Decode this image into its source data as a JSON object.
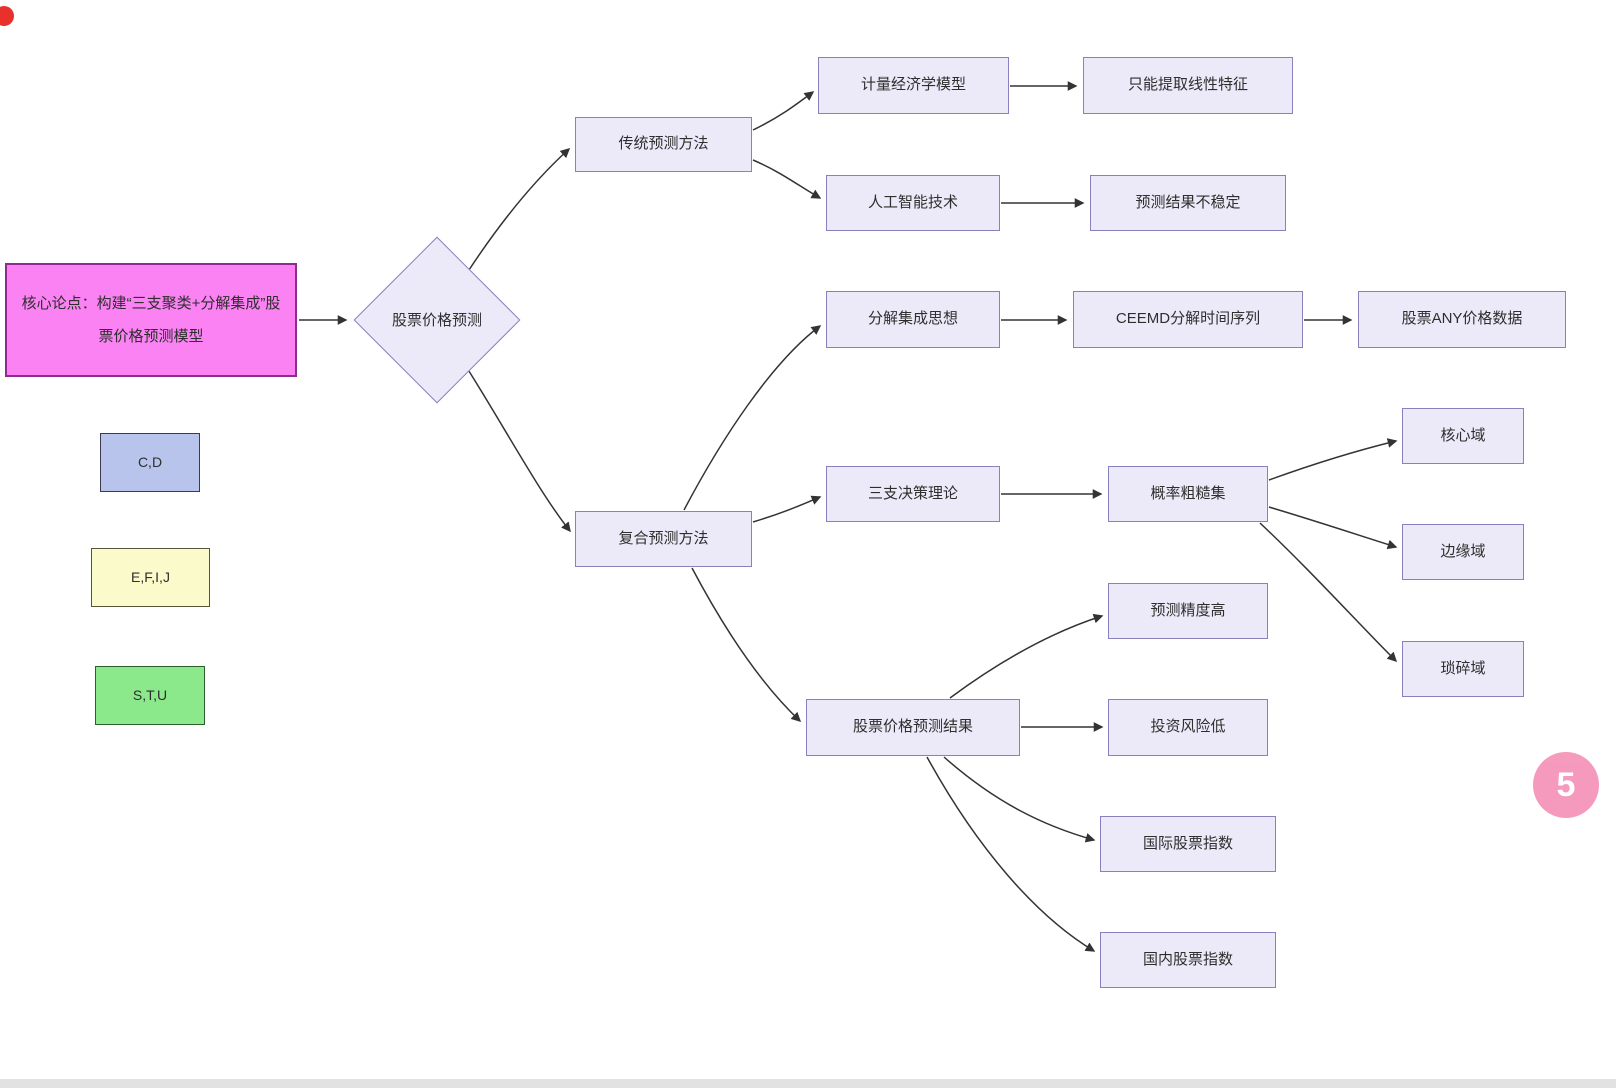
{
  "nodes": {
    "core_thesis": {
      "label": "核心论点：构建“三支聚类+分解集成”股票价格预测模型"
    },
    "stock_price_prediction": {
      "label": "股票价格预测"
    },
    "traditional_methods": {
      "label": "传统预测方法"
    },
    "econometric_model": {
      "label": "计量经济学模型"
    },
    "linear_features_only": {
      "label": "只能提取线性特征"
    },
    "ai_technology": {
      "label": "人工智能技术"
    },
    "unstable_results": {
      "label": "预测结果不稳定"
    },
    "composite_methods": {
      "label": "复合预测方法"
    },
    "decomposition_ensemble": {
      "label": "分解集成思想"
    },
    "ceemd_decomposition": {
      "label": "CEEMD分解时间序列"
    },
    "stock_any_price_data": {
      "label": "股票ANY价格数据"
    },
    "three_way_decision": {
      "label": "三支决策理论"
    },
    "probabilistic_rough_set": {
      "label": "概率粗糙集"
    },
    "core_domain": {
      "label": "核心域"
    },
    "boundary_domain": {
      "label": "边缘域"
    },
    "trivial_domain": {
      "label": "琐碎域"
    },
    "prediction_results": {
      "label": "股票价格预测结果"
    },
    "high_accuracy": {
      "label": "预测精度高"
    },
    "low_investment_risk": {
      "label": "投资风险低"
    },
    "international_indices": {
      "label": "国际股票指数"
    },
    "domestic_indices": {
      "label": "国内股票指数"
    }
  },
  "legend": {
    "cd": {
      "label": "C,D"
    },
    "efij": {
      "label": "E,F,I,J"
    },
    "stu": {
      "label": "S,T,U"
    }
  },
  "badge": {
    "label": "5"
  },
  "colors": {
    "node_fill": "#eceaf8",
    "node_border": "#8781bd",
    "core_fill": "#fa82f2",
    "core_border": "#8e2b8e",
    "legend_cd_fill": "#b9c4ec",
    "legend_efij_fill": "#fbfacb",
    "legend_stu_fill": "#8be88b",
    "arrow": "#333333",
    "badge_fill": "#f490b5"
  }
}
